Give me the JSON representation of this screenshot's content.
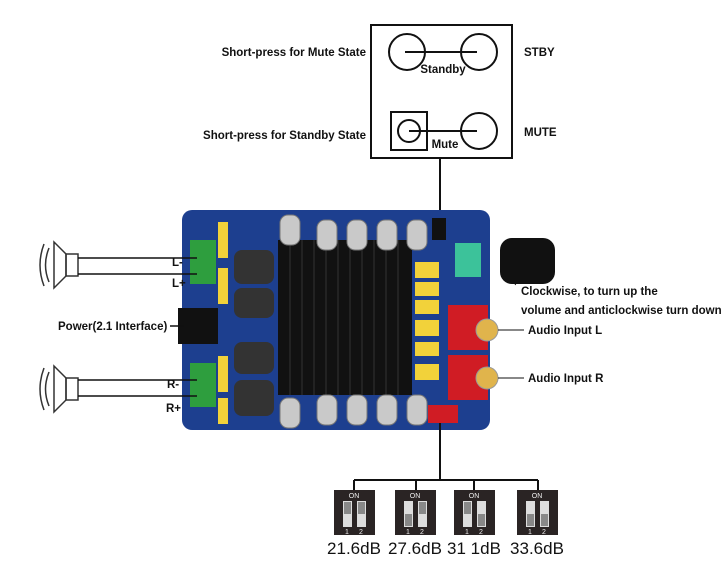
{
  "switch_box": {
    "mute_press_label": "Short-press for Mute State",
    "standby_press_label": "Short-press for Standby State",
    "standby_inner": "Standby",
    "mute_inner": "Mute",
    "stby_pin": "STBY",
    "mute_pin": "MUTE"
  },
  "speaker_left": {
    "minus": "L-",
    "plus": "L+"
  },
  "speaker_right": {
    "minus": "R-",
    "plus": "R+"
  },
  "power_label": "Power(2.1 Interface)",
  "knob_label_line1": "Clockwise, to turn up the",
  "knob_label_line2": "volume and anticlockwise turn down",
  "audio_input_l": "Audio Input L",
  "audio_input_r": "Audio Input R",
  "gain_settings": [
    {
      "label": "21.6dB",
      "on": "ON",
      "sw1": "up",
      "sw2": "up"
    },
    {
      "label": "27.6dB",
      "on": "ON",
      "sw1": "down",
      "sw2": "up"
    },
    {
      "label": "31 1dB",
      "on": "ON",
      "sw1": "up",
      "sw2": "down"
    },
    {
      "label": "33.6dB",
      "on": "ON",
      "sw1": "down",
      "sw2": "down"
    }
  ],
  "colors": {
    "board": "#1d3f8f",
    "heatsink": "#111111",
    "terminal": "#2e9e3e",
    "rca": "#d01c24",
    "capacitor_tan": "#f2d23a"
  }
}
